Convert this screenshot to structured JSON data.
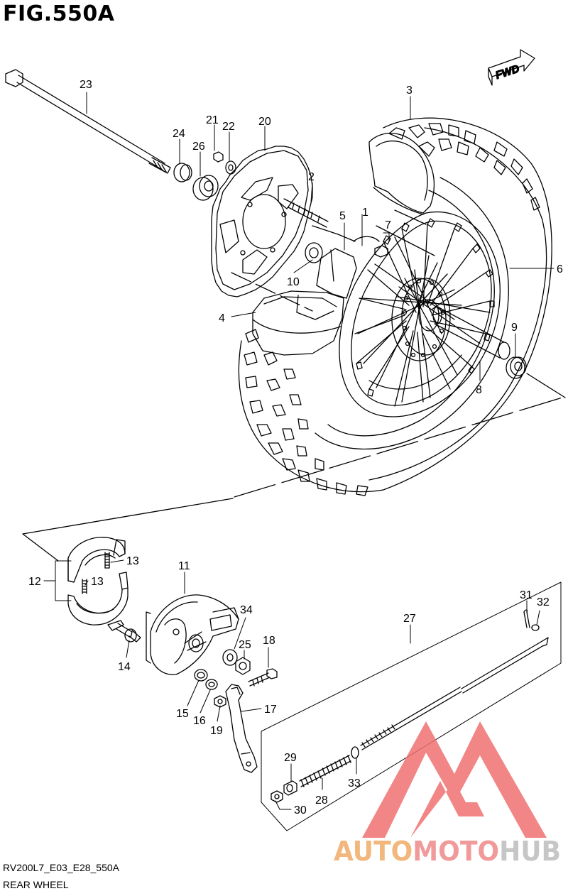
{
  "figure": {
    "title": "FIG.550A",
    "model_code": "RV200L7_E03_E28_550A",
    "name": "REAR WHEEL",
    "direction_label": "FWD"
  },
  "callouts": [
    "1",
    "2",
    "3",
    "4",
    "5",
    "6",
    "7",
    "8",
    "9",
    "10",
    "11",
    "12",
    "13",
    "13",
    "14",
    "15",
    "16",
    "17",
    "18",
    "19",
    "20",
    "21",
    "22",
    "23",
    "24",
    "25",
    "26",
    "27",
    "28",
    "29",
    "30",
    "31",
    "32",
    "33",
    "34"
  ],
  "watermark": {
    "part1": "AUTO",
    "part2": "MOTO",
    "part3": "HUB",
    "color_auto": "#f0b070",
    "color_moto": "#f09090",
    "color_hub": "#c0c0c0",
    "logo_color": "#f07070"
  },
  "colors": {
    "line": "#000000",
    "background": "#ffffff"
  }
}
